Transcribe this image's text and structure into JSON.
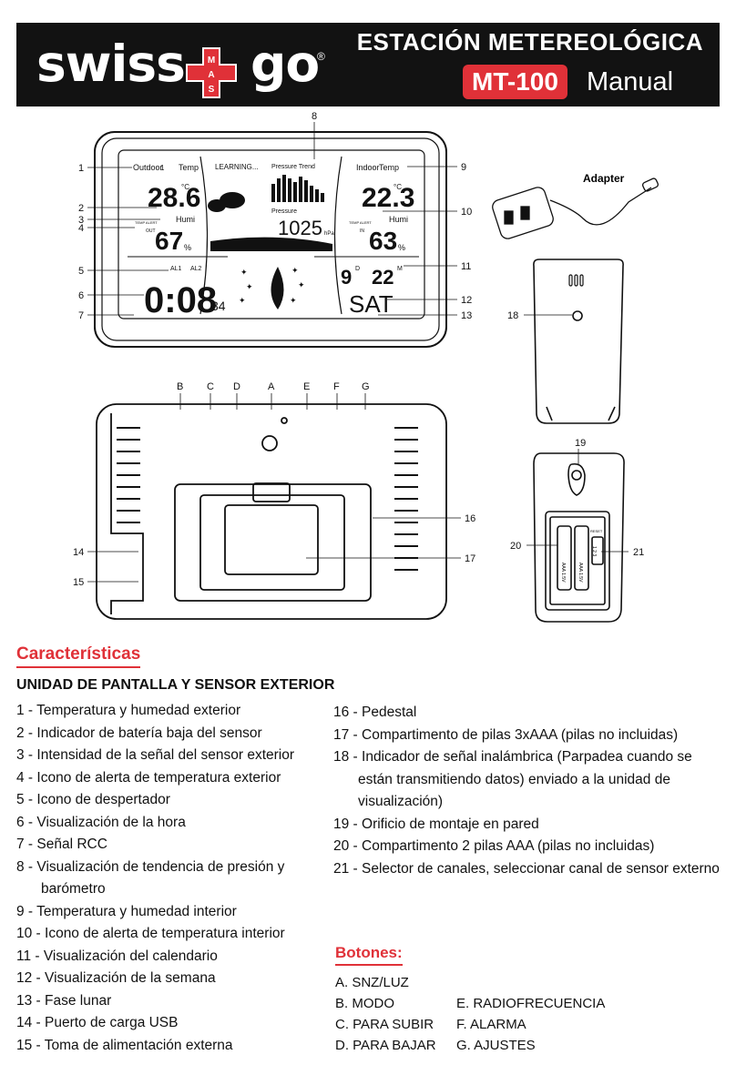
{
  "header": {
    "brand_left": "swiss",
    "brand_right": "go",
    "brand_reg": "®",
    "cross_letters": [
      "M",
      "A",
      "S"
    ],
    "title": "ESTACIÓN METEREOLÓGICA",
    "model": "MT-100",
    "manual": "Manual"
  },
  "diagram": {
    "callouts_left": [
      "1",
      "2",
      "3",
      "4",
      "5",
      "6",
      "7"
    ],
    "callouts_right": [
      "8",
      "9",
      "10",
      "11",
      "12",
      "13"
    ],
    "callouts_top": [
      "B",
      "C",
      "D",
      "A",
      "E",
      "F",
      "G"
    ],
    "callouts_back": [
      "14",
      "15",
      "16",
      "17"
    ],
    "callouts_sensor": [
      "18",
      "19",
      "20",
      "21"
    ],
    "lcd": {
      "outdoor": "Outdoor",
      "outdoor_ch": "1",
      "temp": "Temp",
      "learning": "LEARNING...",
      "pressure_trend": "Pressure Trend",
      "indoor": "Indoor",
      "indoor_temp": "Temp",
      "out_temp": "28.6",
      "in_temp": "22.3",
      "deg_c": "°C",
      "humi": "Humi",
      "out_humi": "67",
      "in_humi": "63",
      "pct": "%",
      "pressure": "Pressure",
      "pressure_val": "1025",
      "hpa": "hPa",
      "al1": "AL1",
      "al2": "AL2",
      "time": "0:08",
      "seconds": "34",
      "day": "9",
      "d": "D",
      "month": "22",
      "m": "M",
      "weekday": "SAT",
      "temp_alert": "TEMP ALERT",
      "out_label": "OUT",
      "in_label": "IN"
    },
    "adapter": "Adapter",
    "battery_label": "AAA 1.5V",
    "reset": "RESET",
    "channels": "1 2 3"
  },
  "features": {
    "title": "Características",
    "subtitle": "UNIDAD DE PANTALLA Y SENSOR EXTERIOR",
    "left": [
      "1 - Temperatura y humedad exterior",
      "2 - Indicador de batería baja del sensor",
      "3 - Intensidad de la señal del sensor exterior",
      "4 - Icono de alerta de temperatura exterior",
      "5 - Icono de despertador",
      "6 - Visualización de la hora",
      "7 - Señal RCC",
      "8 - Visualización de tendencia de presión y barómetro",
      "9 - Temperatura y humedad interior",
      "10 - Icono de alerta de temperatura interior",
      "11 - Visualización del calendario",
      "12 - Visualización de la semana",
      "13 - Fase lunar",
      "14 - Puerto de carga USB",
      "15 - Toma de alimentación externa"
    ],
    "right": [
      "16 - Pedestal",
      "17 - Compartimento de pilas 3xAAA (pilas no incluidas)",
      "18 - Indicador de señal inalámbrica (Parpadea cuando se están transmitiendo datos) enviado a la unidad de visualización)",
      "19 - Orificio de montaje en pared",
      "20 - Compartimento 2 pilas AAA (pilas no incluidas)",
      "21 - Selector de canales, seleccionar canal de sensor externo"
    ]
  },
  "buttons": {
    "title": "Botones:",
    "col1": [
      "A. SNZ/LUZ",
      "B. MODO",
      "C. PARA SUBIR",
      "D. PARA BAJAR"
    ],
    "col2": [
      "E. RADIOFRECUENCIA",
      "F. ALARMA",
      "G. AJUSTES"
    ]
  },
  "colors": {
    "accent": "#e03138",
    "header_bg": "#121212"
  }
}
